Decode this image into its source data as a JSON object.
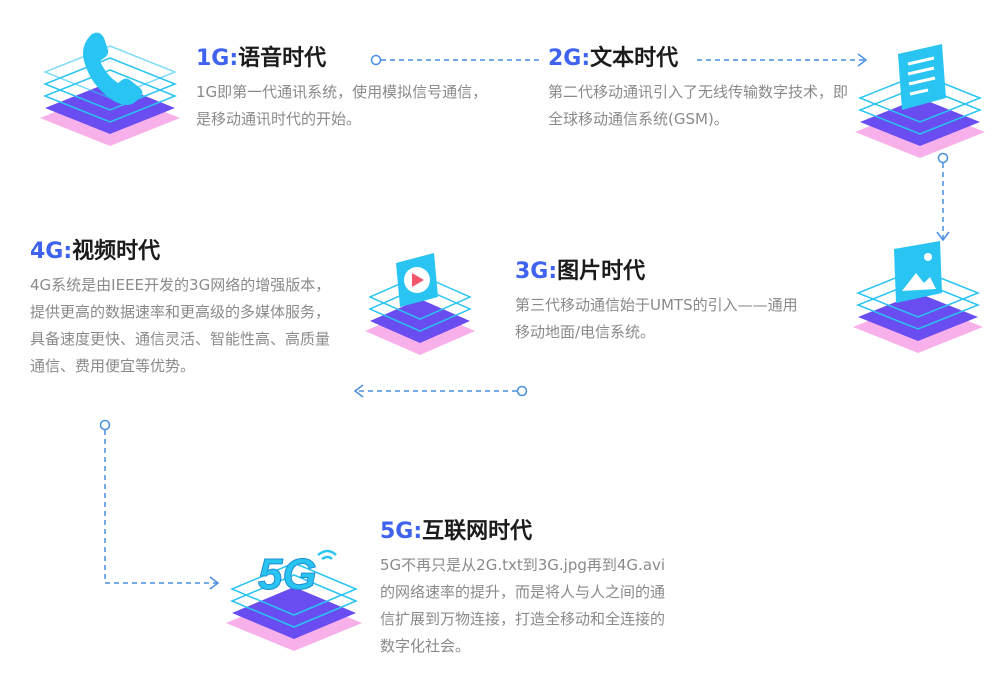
{
  "colors": {
    "accent": "#3f63ee",
    "title": "#1b1b1b",
    "text": "#8a8a8a",
    "connector": "#4a8fe0",
    "icon_cyan": "#29c4f2",
    "icon_purple": "#6a4df0",
    "icon_pink": "#e86ad8"
  },
  "stages": [
    {
      "gen": "1G:",
      "name": "语音时代",
      "desc": "1G即第一代通讯系统，使用模拟信号通信，是移动通讯时代的开始。",
      "icon": "phone-icon"
    },
    {
      "gen": "2G:",
      "name": "文本时代",
      "desc": "第二代移动通讯引入了无线传输数字技术，即全球移动通信系统(GSM)。",
      "icon": "document-icon"
    },
    {
      "gen": "3G:",
      "name": "图片时代",
      "desc": "第三代移动通信始于UMTS的引入——通用移动地面/电信系统。",
      "icon": "image-icon"
    },
    {
      "gen": "4G:",
      "name": "视频时代",
      "desc": "4G系统是由IEEE开发的3G网络的增强版本，提供更高的数据速率和更高级的多媒体服务，具备速度更快、通信灵活、智能性高、高质量通信、费用便宜等优势。",
      "icon": "play-icon"
    },
    {
      "gen": "5G:",
      "name": "互联网时代",
      "desc": "5G不再只是从2G.txt到3G.jpg再到4G.avi的网络速率的提升，而是将人与人之间的通信扩展到万物连接，打造全移动和全连接的数字化社会。",
      "icon": "5g-icon",
      "icon_text": "5G"
    }
  ]
}
